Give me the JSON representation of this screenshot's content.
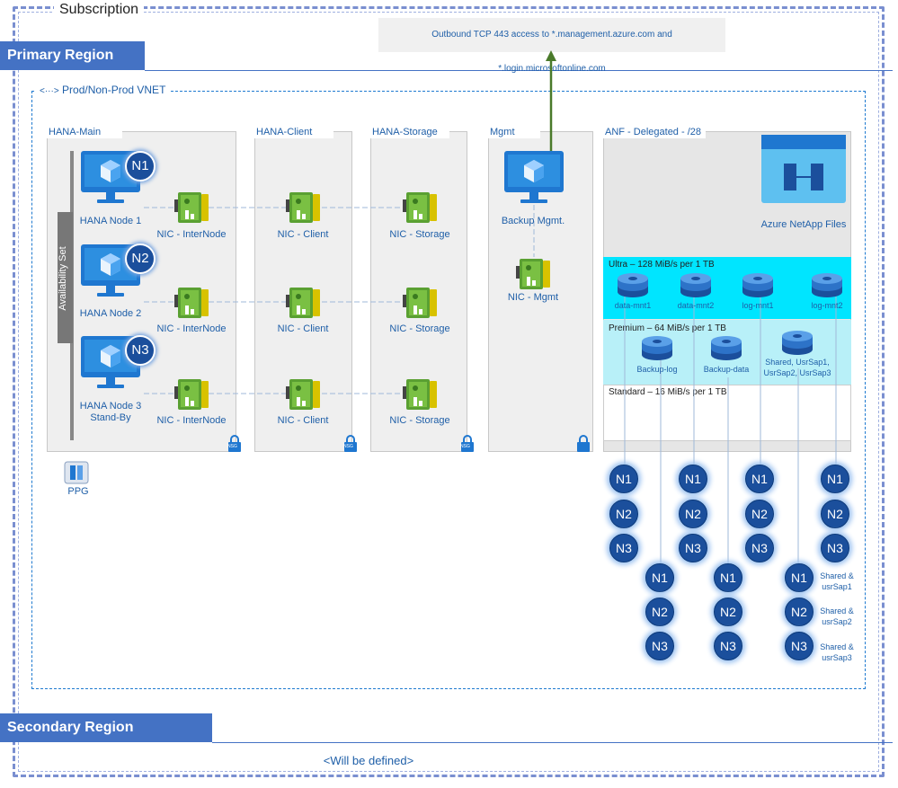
{
  "subscription": {
    "title": "Subscription"
  },
  "primary_region": {
    "title": "Primary Region"
  },
  "secondary_region": {
    "title": "Secondary Region",
    "note": "<Will be defined>"
  },
  "outbound": {
    "text": "Outbound TCP 443 access  to *.management.azure.com  and *.login.microsoftonline.com"
  },
  "vnet": {
    "title": "Prod/Non-Prod VNET"
  },
  "availability_set": {
    "label": "Availability Set"
  },
  "ppg": {
    "label": "PPG"
  },
  "subnets": {
    "hana_main": "HANA-Main",
    "hana_client": "HANA-Client",
    "hana_storage": "HANA-Storage",
    "mgmt": "Mgmt",
    "anf": "ANF - Delegated - /28"
  },
  "nodes": [
    {
      "badge": "N1",
      "label": "HANA Node 1"
    },
    {
      "badge": "N2",
      "label": "HANA Node 2"
    },
    {
      "badge": "N3",
      "label": "HANA Node 3\nStand-By"
    }
  ],
  "nics": {
    "internode": "NIC - InterNode",
    "client": "NIC - Client",
    "storage": "NIC - Storage",
    "mgmt": "NIC - Mgmt"
  },
  "backup_mgmt": {
    "label": "Backup Mgmt."
  },
  "nsg": {
    "label": "NSG"
  },
  "anf": {
    "title": "Azure NetApp Files",
    "ultra": {
      "label": "Ultra – 128 MiB/s per 1 TB",
      "volumes": [
        "data-mnt1",
        "data-mnt2",
        "log-mnt1",
        "log-mnt2"
      ]
    },
    "premium": {
      "label": "Premium – 64 MiB/s per 1 TB",
      "volumes": [
        "Backup-log",
        "Backup-data",
        "Shared, UsrSap1,\nUsrSap2, UsrSap3"
      ]
    },
    "standard": {
      "label": "Standard – 16 MiB/s per 1 TB"
    }
  },
  "mount_badges": {
    "n1": "N1",
    "n2": "N2",
    "n3": "N3"
  },
  "shared_labels": [
    "Shared &\nusrSap1",
    "Shared &\nusrSap2",
    "Shared &\nusrSap3"
  ],
  "colors": {
    "accent": "#4472c4",
    "ultra": "#00e5ff",
    "premium": "#b8f0f8",
    "badge": "#1b4f9c",
    "arrow": "#4a7a2a"
  }
}
